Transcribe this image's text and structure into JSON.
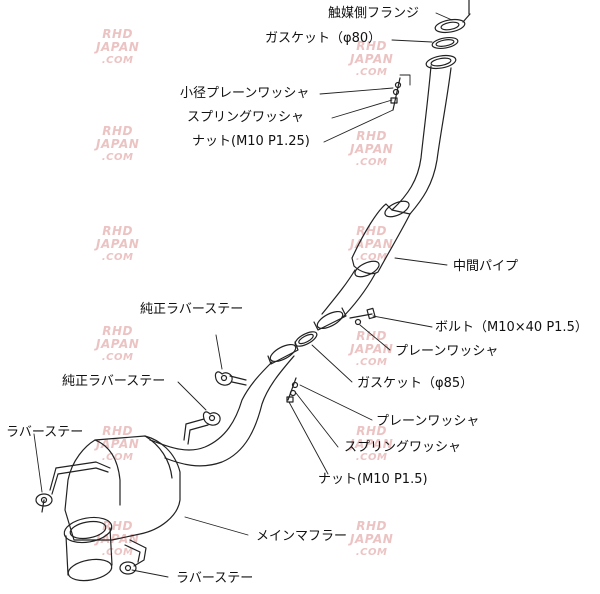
{
  "diagram": {
    "labels": {
      "flange": "触媒側フランジ",
      "gasket_80": "ガスケット（φ80）",
      "small_plain_washer": "小径プレーンワッシャ",
      "spring_washer_top": "スプリングワッシャ",
      "nut_m10_p125": "ナット(M10 P1.25)",
      "center_pipe": "中間パイプ",
      "genuine_rubber_stay_1": "純正ラバーステー",
      "bolt": "ボルト（M10×40 P1.5）",
      "plain_washer_1": "プレーンワッシャ",
      "genuine_rubber_stay_2": "純正ラバーステー",
      "gasket_85": "ガスケット（φ85）",
      "rubber_stay_left": "ラバーステー",
      "plain_washer_2": "プレーンワッシャ",
      "spring_washer_bottom": "スプリングワッシャ",
      "nut_m10_p15": "ナット(M10 P1.5)",
      "main_muffler": "メインマフラー",
      "rubber_stay_bottom": "ラバーステー"
    },
    "watermark": {
      "line1": "RHD",
      "line2": "JAPAN",
      "line3": ".COM",
      "color": "#e9b9b9"
    },
    "line_color": "#222222"
  }
}
